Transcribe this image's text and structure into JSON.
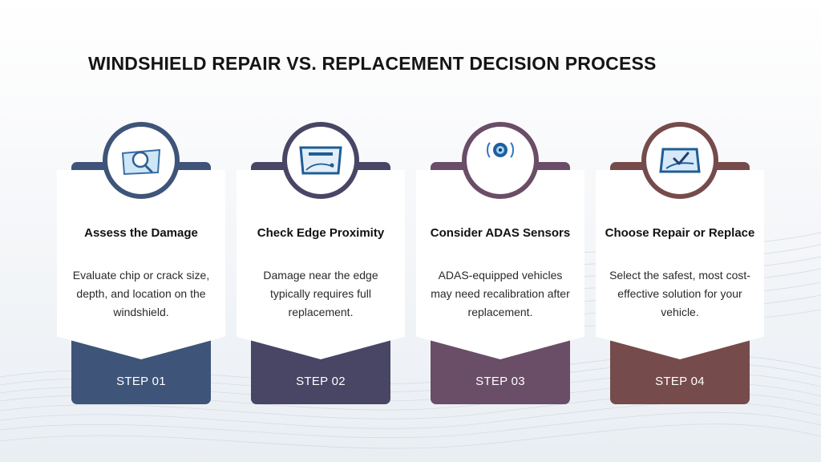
{
  "title": "WINDSHIELD REPAIR VS. REPLACEMENT DECISION PROCESS",
  "colors": {
    "step1": "#3e5478",
    "step2": "#484565",
    "step3": "#6a4d67",
    "step4": "#764b4b"
  },
  "steps": [
    {
      "heading": "Assess the Damage",
      "description": "Evaluate chip or crack size, depth, and location on the windshield.",
      "label": "STEP 01",
      "icon": "magnifier-windshield-icon"
    },
    {
      "heading": "Check Edge Proximity",
      "description": "Damage near the edge typically requires full replacement.",
      "label": "STEP 02",
      "icon": "windshield-edge-icon"
    },
    {
      "heading": "Consider ADAS Sensors",
      "description": "ADAS-equipped vehicles may need recalibration after replacement.",
      "label": "STEP 03",
      "icon": "sensor-camera-icon"
    },
    {
      "heading": "Choose Repair or Replace",
      "description": "Select the safest, most cost-effective solution for your vehicle.",
      "label": "STEP 04",
      "icon": "windshield-check-icon"
    }
  ]
}
